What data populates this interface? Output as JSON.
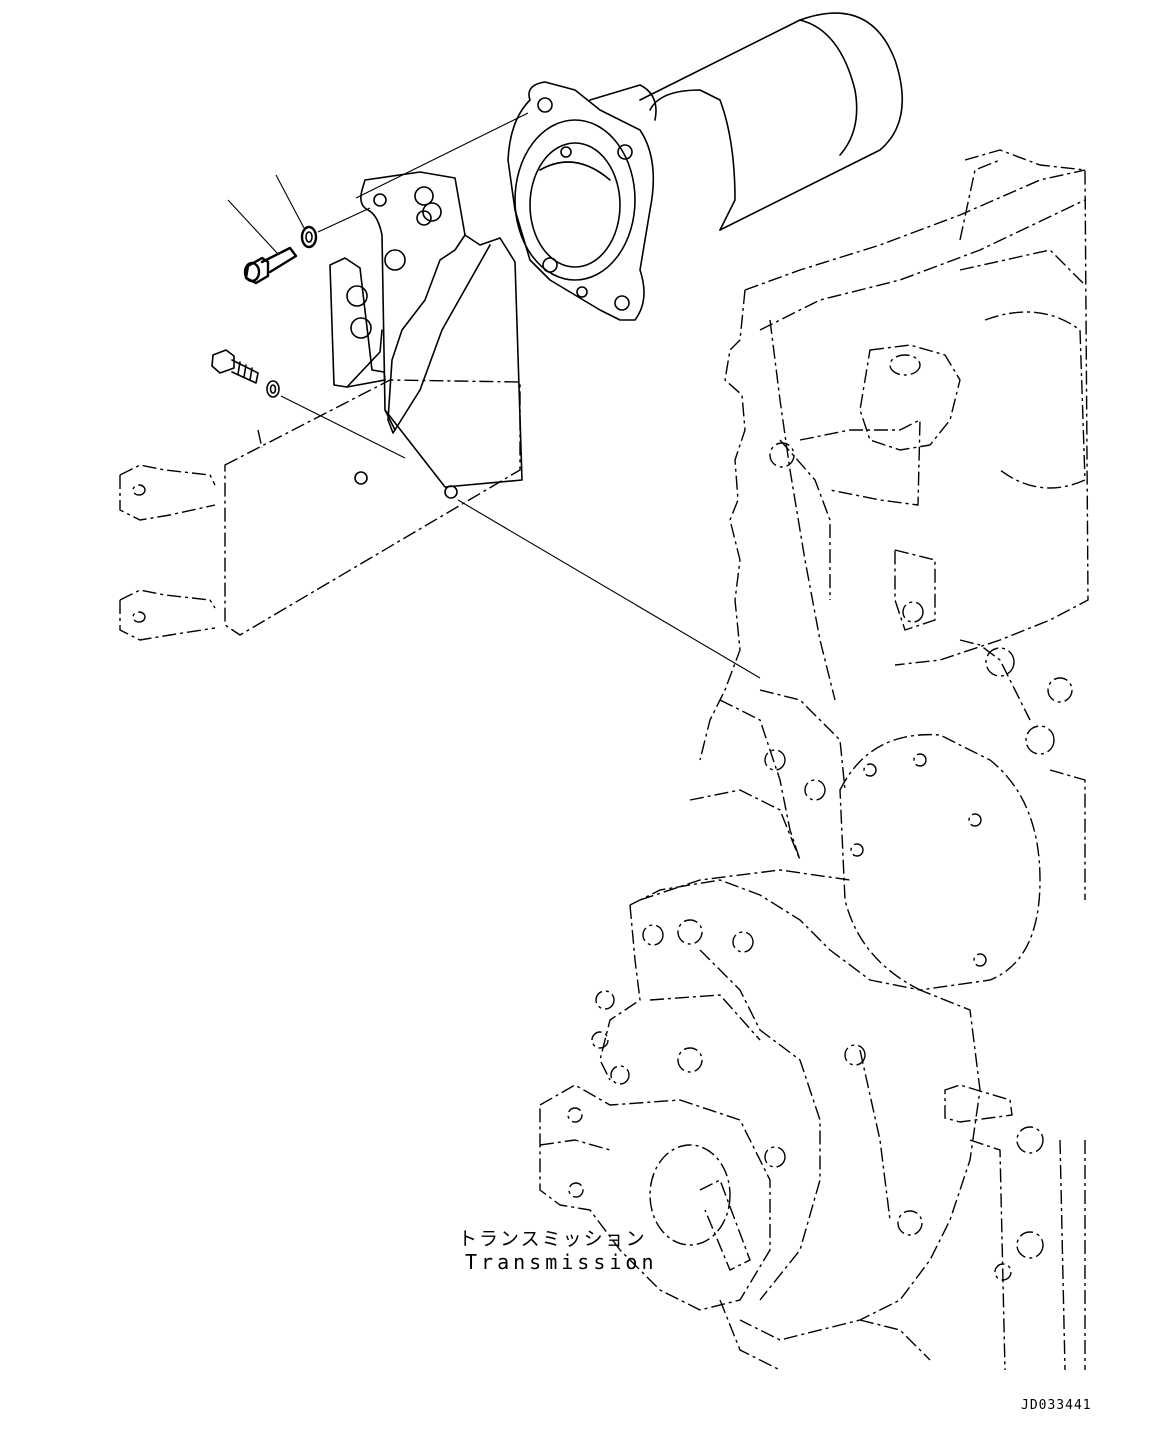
{
  "labels": {
    "component_jp": "トランスミッション",
    "component_en": "Transmission",
    "drawing_number": "JD033441"
  },
  "colors": {
    "line": "#000000",
    "background": "#ffffff"
  }
}
